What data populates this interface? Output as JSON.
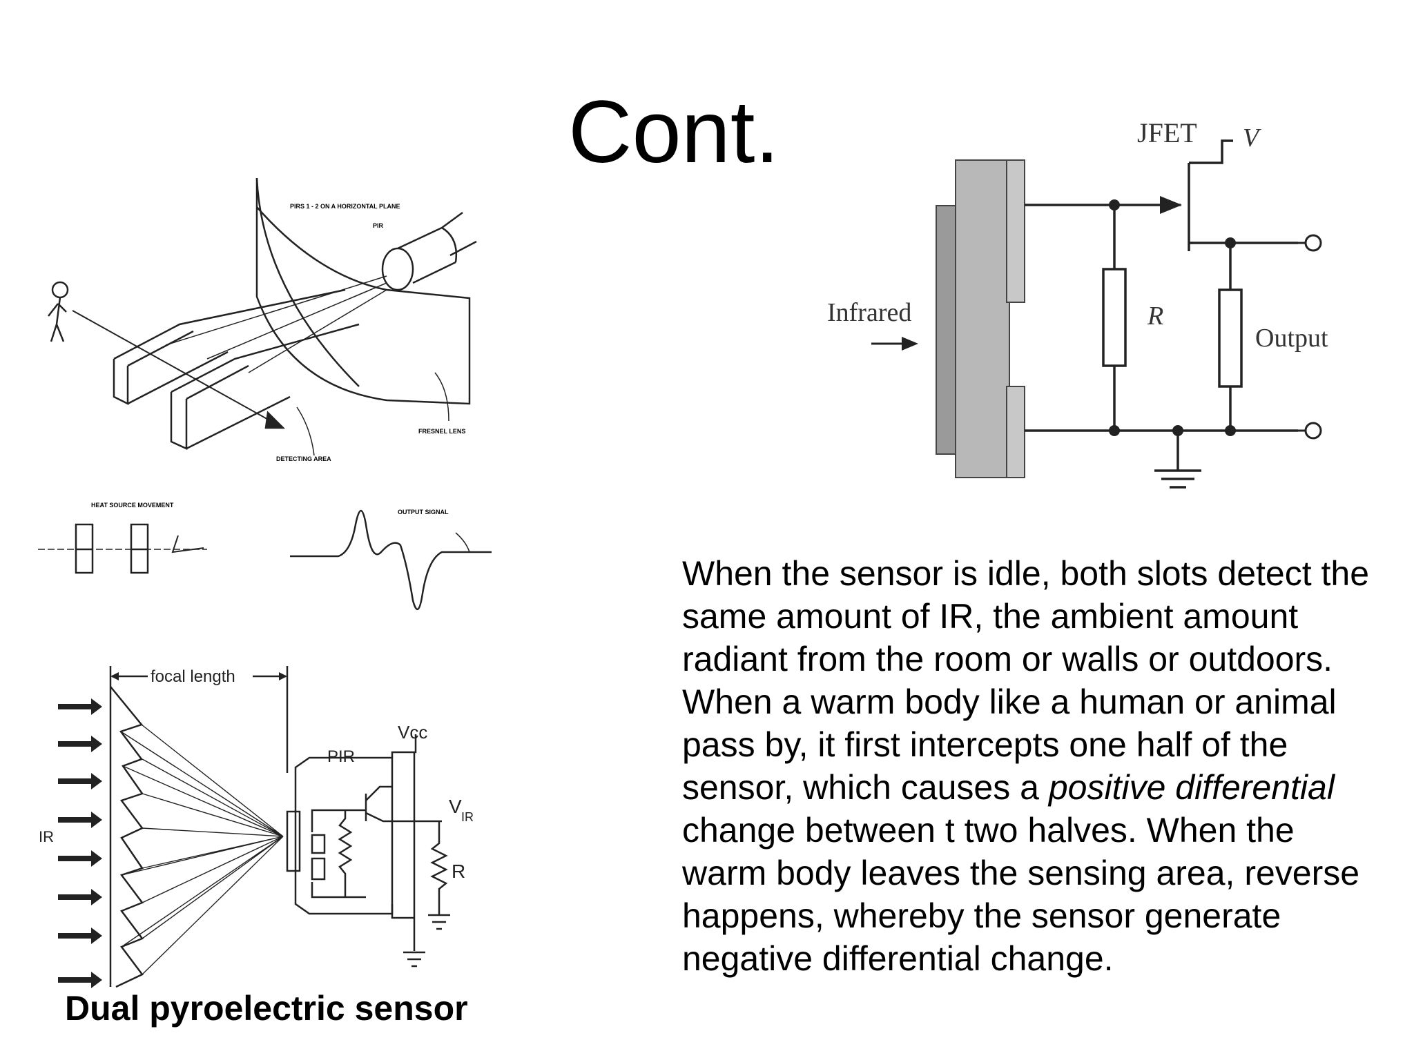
{
  "slide": {
    "title": "Cont.",
    "paragraph": {
      "part1": "When the sensor is idle, both slots detect the same amount of IR, the ambient amount radiant from the room or walls or outdoors. When a warm body like a human or animal pass by, it first intercepts one half of the sensor, which causes a ",
      "italic": "positive differential",
      "part2": " change between t two halves. When the warm body leaves the sensing area, reverse happens, whereby the sensor generate negative differential change."
    },
    "caption": "Dual pyroelectric sensor"
  },
  "fresnel_diagram": {
    "label_plane": "PIRS 1 - 2 ON A HORIZONTAL PLANE",
    "label_pir": "PIR",
    "label_lens": "FRESNEL LENS",
    "label_area": "DETECTING AREA",
    "label_movement": "HEAT SOURCE MOVEMENT",
    "label_output": "OUTPUT SIGNAL"
  },
  "jfet_circuit": {
    "label_jfet": "JFET",
    "label_v": "V",
    "label_infrared": "Infrared",
    "label_r": "R",
    "label_output": "Output"
  },
  "pir_circuit": {
    "label_focal": "focal length",
    "label_vcc": "Vcc",
    "label_pir": "PIR",
    "label_v": "V",
    "label_v_sub": "IR",
    "label_ir": "IR",
    "label_r": "R"
  }
}
